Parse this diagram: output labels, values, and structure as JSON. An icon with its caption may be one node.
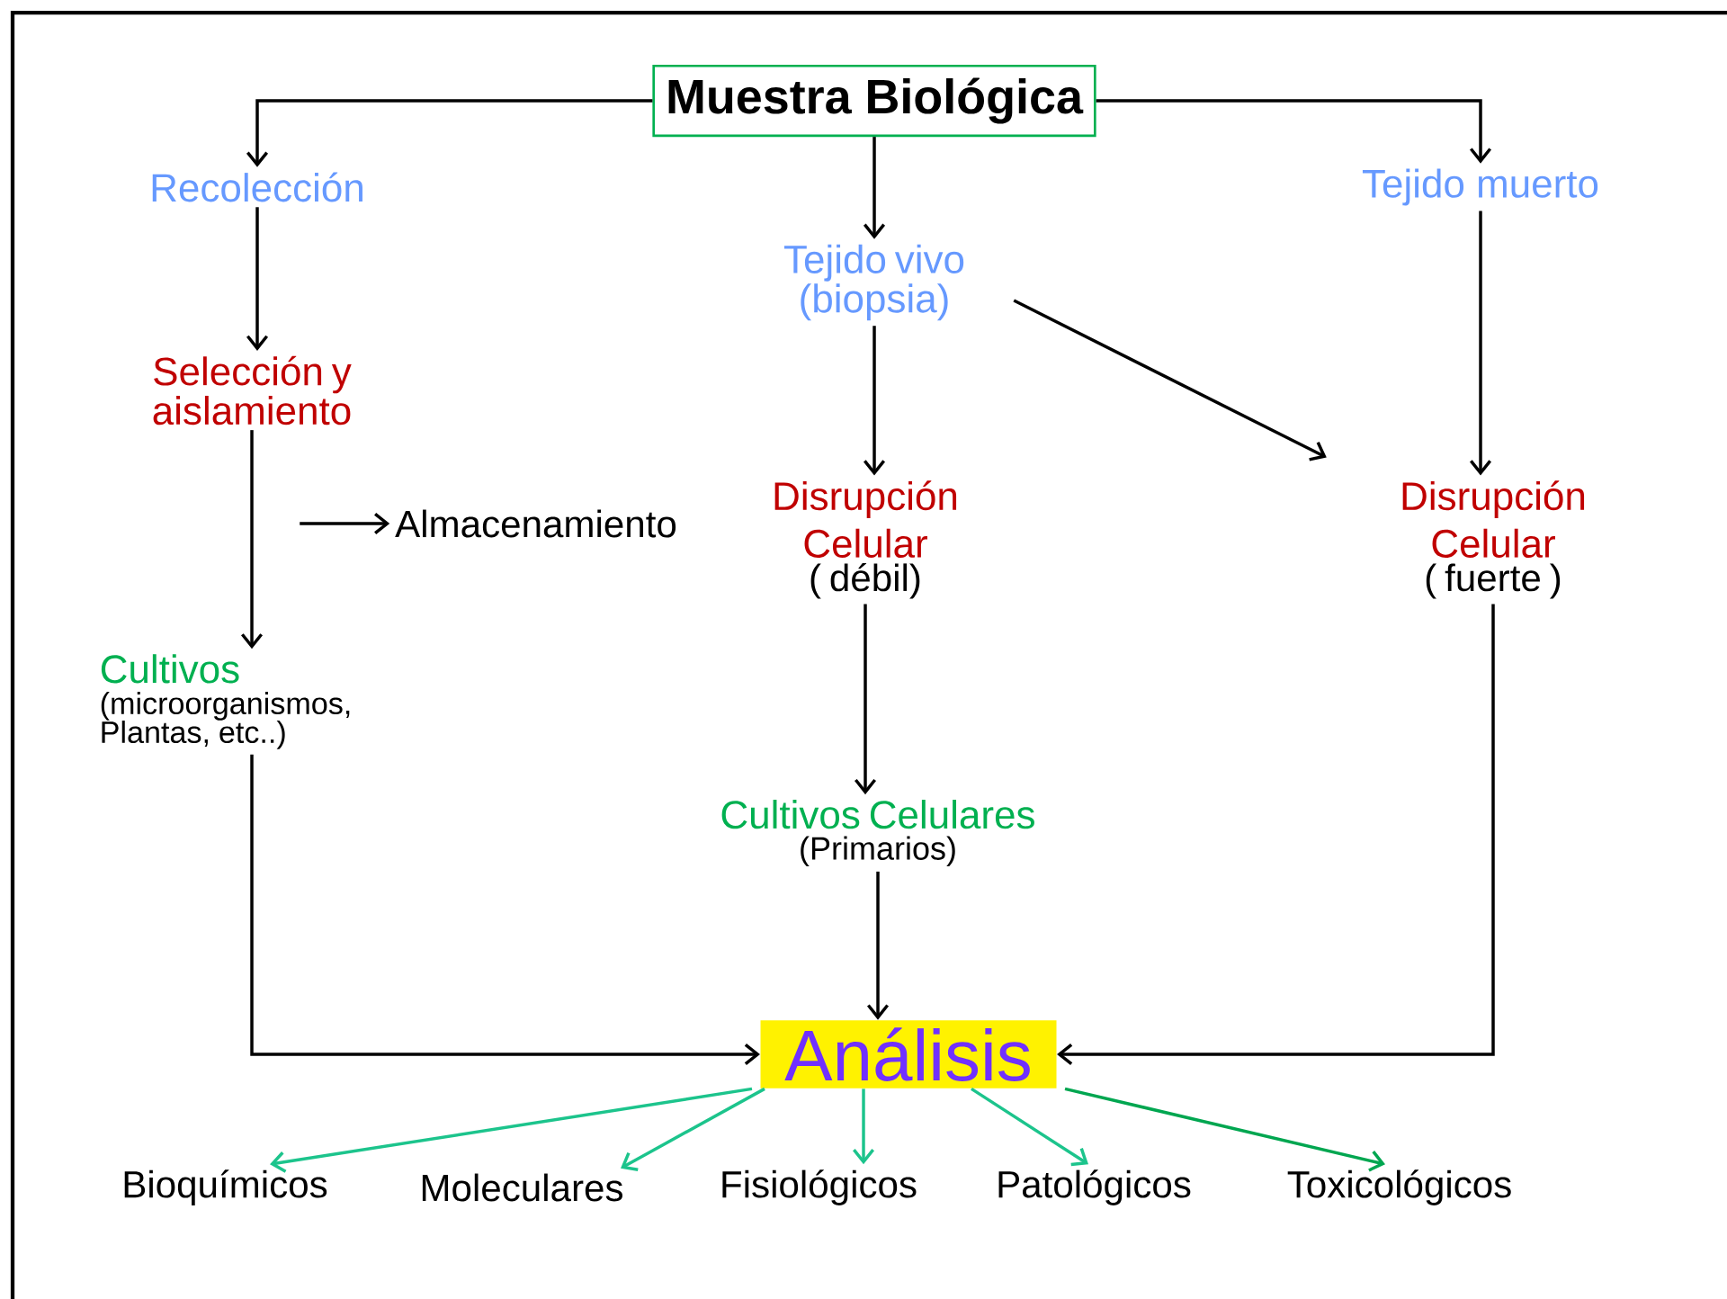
{
  "diagram": {
    "nodes": [
      {
        "text": [
          "Muestra Biológica"
        ]
      },
      {
        "text": [
          "Recolección"
        ]
      },
      {
        "text": [
          "Tejido vivo (biopsia)"
        ]
      },
      {
        "text": [
          "Tejido muerto"
        ]
      },
      {
        "text": [
          "Selección y aislamiento"
        ]
      },
      {
        "text": [
          "Almacenamiento"
        ]
      },
      {
        "text": [
          "Disrupción Celular",
          "( débil)"
        ]
      },
      {
        "text": [
          "Disrupción Celular",
          "( fuerte )"
        ]
      },
      {
        "text": [
          "Cultivos",
          "(microorganismos, Plantas, etc..)"
        ]
      },
      {
        "text": [
          "Cultivos Celulares",
          "(Primarios)"
        ]
      },
      {
        "text": [
          "Análisis"
        ]
      },
      {
        "text": [
          "Bioquímicos"
        ]
      },
      {
        "text": [
          "Moleculares"
        ]
      },
      {
        "text": [
          "Fisiológicos"
        ]
      },
      {
        "text": [
          "Patológicos"
        ]
      },
      {
        "text": [
          "Toxicológicos"
        ]
      }
    ],
    "edges": [
      {
        "from": 0,
        "to": 1,
        "arrow": "to"
      },
      {
        "from": 0,
        "to": 2,
        "arrow": "to"
      },
      {
        "from": 0,
        "to": 3,
        "arrow": "to"
      },
      {
        "from": 1,
        "to": 4,
        "arrow": "to"
      },
      {
        "from": 4,
        "to": 8,
        "arrow": "to"
      },
      {
        "from": null,
        "to": 5,
        "arrow": "to"
      },
      {
        "from": 2,
        "to": 6,
        "arrow": "to"
      },
      {
        "from": 2,
        "to": 7,
        "arrow": "to"
      },
      {
        "from": 3,
        "to": 7,
        "arrow": "to"
      },
      {
        "from": 6,
        "to": 9,
        "arrow": "to"
      },
      {
        "from": 9,
        "to": 10,
        "arrow": "to"
      },
      {
        "from": 8,
        "to": 10,
        "arrow": "to"
      },
      {
        "from": 7,
        "to": 10,
        "arrow": "to"
      },
      {
        "from": 10,
        "to": 11,
        "arrow": "to",
        "color": "#1cc48c"
      },
      {
        "from": 10,
        "to": 12,
        "arrow": "to",
        "color": "#1cc48c"
      },
      {
        "from": 10,
        "to": 13,
        "arrow": "to",
        "color": "#1cc48c"
      },
      {
        "from": 10,
        "to": 14,
        "arrow": "to",
        "color": "#1cc48c"
      },
      {
        "from": 10,
        "to": 15,
        "arrow": "to",
        "color": "#00a650"
      }
    ]
  }
}
